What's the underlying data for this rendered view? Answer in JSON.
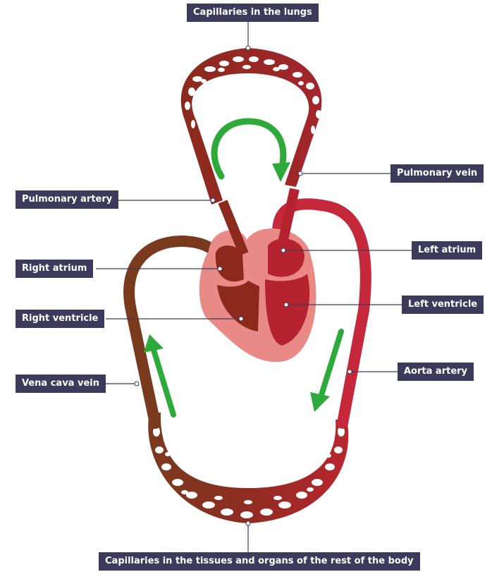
{
  "labels": {
    "capillaries_lungs": "Capillaries in the lungs",
    "pulmonary_vein": "Pulmonary vein",
    "pulmonary_artery": "Pulmonary artery",
    "left_atrium": "Left atrium",
    "right_atrium": "Right atrium",
    "left_ventricle": "Left ventricle",
    "right_ventricle": "Right ventricle",
    "aorta_artery": "Aorta artery",
    "vena_cava_vein": "Vena cava vein",
    "capillaries_body": "Capillaries in the tissues and organs of the rest of the body"
  },
  "colors": {
    "label_bg": "#3d3a5c",
    "oxygenated": "#c4283a",
    "deoxygenated": "#7a2a1a",
    "heart": "#ea8a86",
    "arrow": "#2eaa3a",
    "leader_line": "#3d3a5c"
  }
}
